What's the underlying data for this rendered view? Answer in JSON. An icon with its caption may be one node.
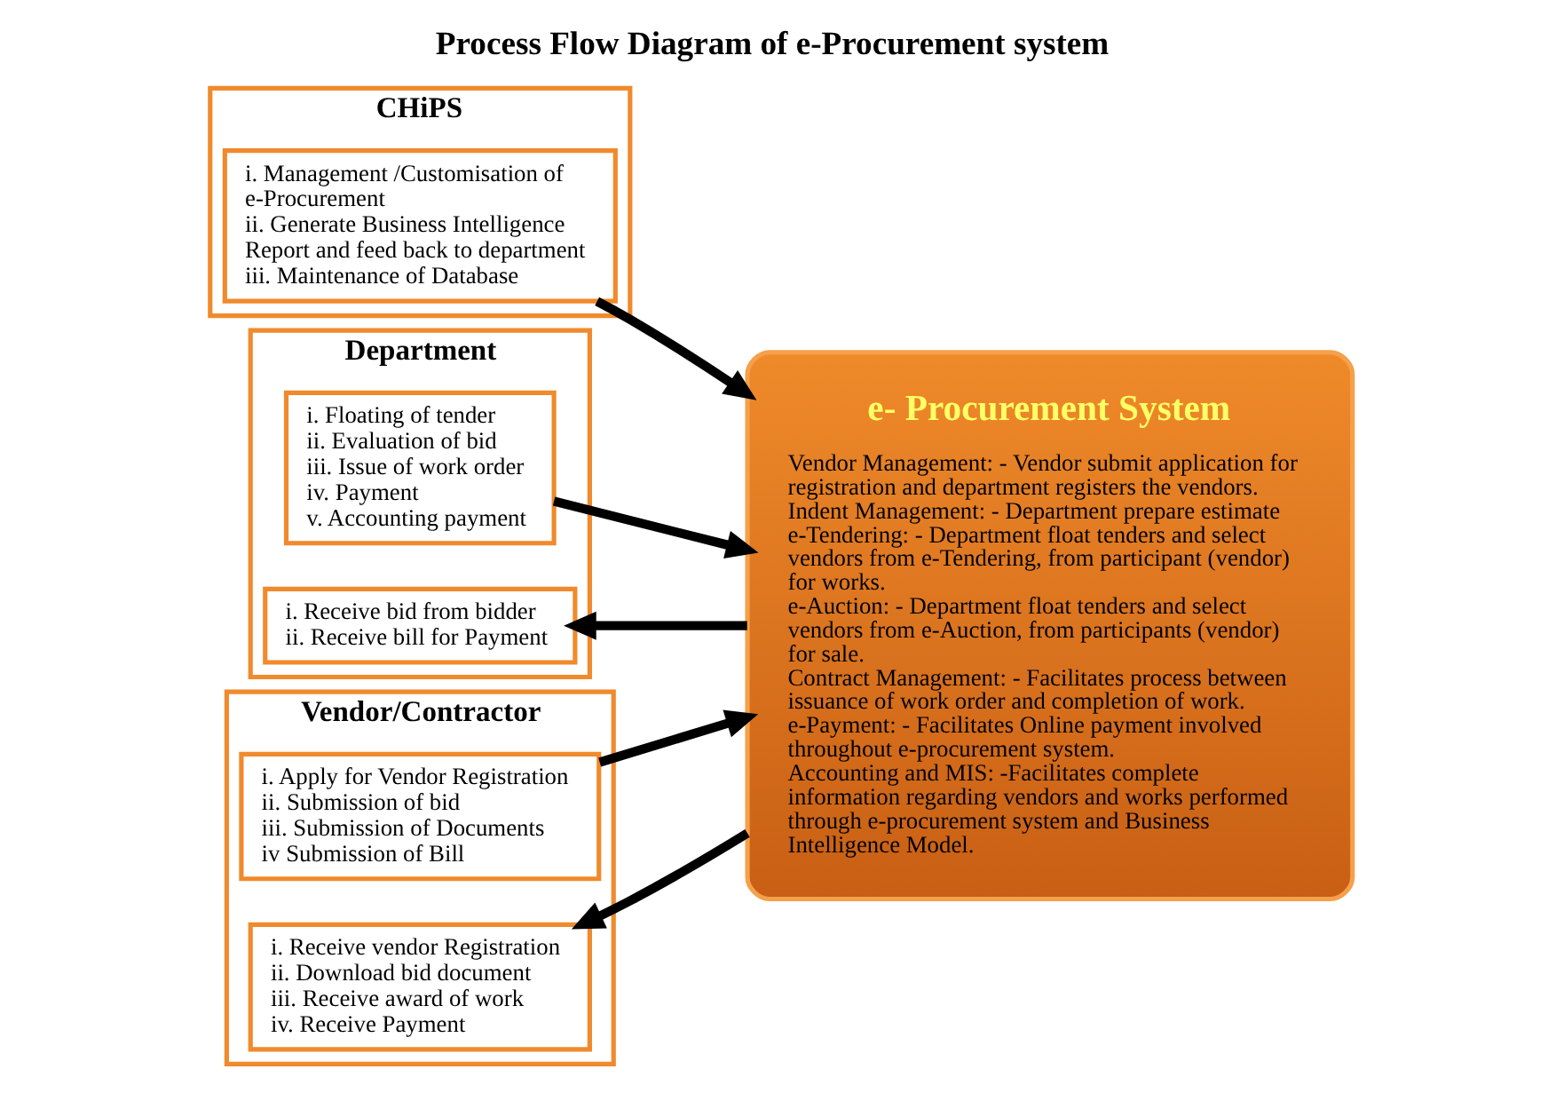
{
  "diagram": {
    "title": "Process Flow Diagram of e-Procurement system",
    "nodes": [
      {
        "text": [
          "CHiPS"
        ]
      },
      {
        "text": [
          "i. Management /Customisation of e-Procurement",
          "ii. Generate Business Intelligence Report and feed back to department",
          "iii. Maintenance of Database"
        ],
        "in": 0
      },
      {
        "text": [
          "Department"
        ]
      },
      {
        "text": [
          "i. Floating of tender",
          "ii. Evaluation of bid",
          "iii. Issue of work order",
          "iv. Payment",
          "v. Accounting payment"
        ],
        "in": 2
      },
      {
        "text": [
          "i. Receive bid from bidder",
          "ii. Receive bill for Payment"
        ],
        "in": 2
      },
      {
        "text": [
          "Vendor/Contractor"
        ]
      },
      {
        "text": [
          "i. Apply for Vendor Registration",
          "ii. Submission of bid",
          "iii. Submission of Documents",
          "iv Submission of Bill"
        ],
        "in": 5
      },
      {
        "text": [
          "i. Receive vendor Registration",
          "ii. Download bid document",
          "iii. Receive award of work",
          "iv. Receive Payment"
        ],
        "in": 5
      },
      {
        "text": [
          "e- Procurement System",
          "Vendor Management: - Vendor submit application for registration and department registers the vendors.",
          "Indent Management: - Department prepare estimate",
          "e-Tendering: - Department float tenders and select vendors from e-Tendering, from participant (vendor) for works.",
          "e-Auction: - Department float tenders and select vendors from e-Auction, from participants (vendor) for sale.",
          "Contract Management: - Facilitates process between issuance of work order and completion of work.",
          "e-Payment: - Facilitates Online payment involved throughout e-procurement system.",
          "Accounting and MIS: -Facilitates complete information regarding vendors and works performed through e-procurement system and Business Intelligence Model."
        ]
      }
    ],
    "edges": [
      {
        "from": 1,
        "to": 8,
        "arrow": "to"
      },
      {
        "from": 3,
        "to": 8,
        "arrow": "to"
      },
      {
        "from": 8,
        "to": 4,
        "arrow": "to"
      },
      {
        "from": 6,
        "to": 8,
        "arrow": "to"
      },
      {
        "from": 8,
        "to": 7,
        "arrow": "to"
      }
    ]
  }
}
